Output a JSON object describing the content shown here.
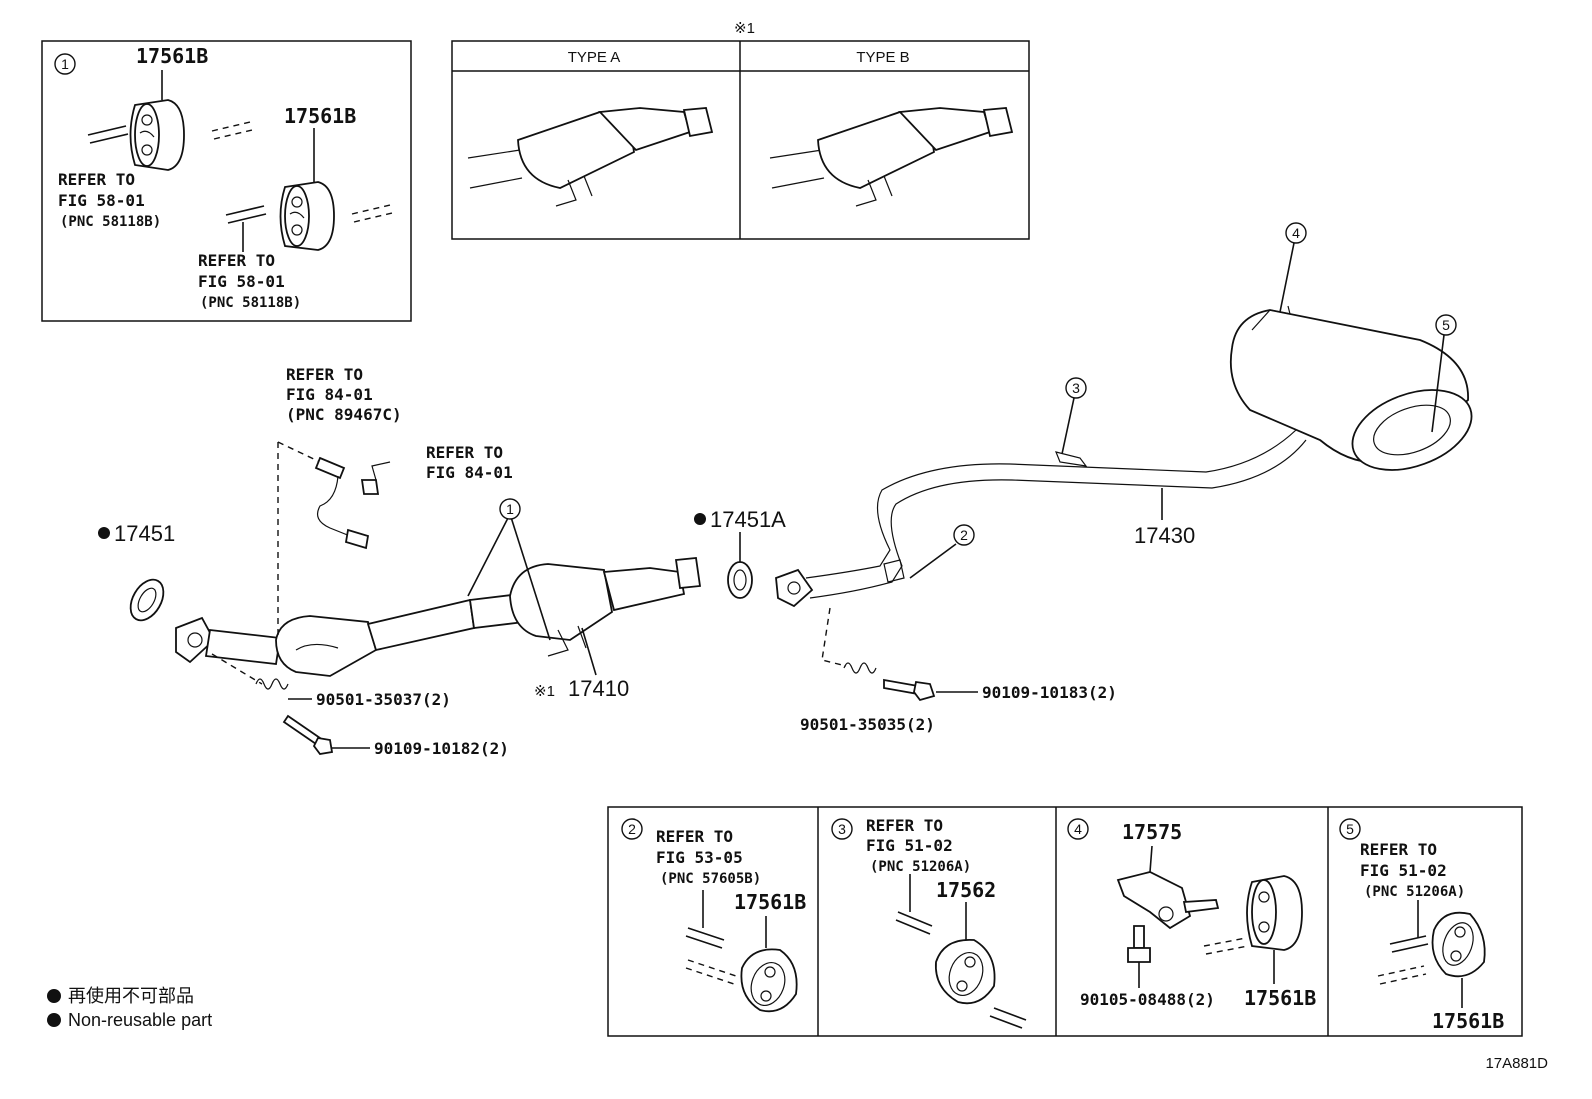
{
  "diagram_id": "17A881D",
  "note_mark": "※1",
  "types": {
    "a": "TYPE A",
    "b": "TYPE B"
  },
  "callouts": {
    "c1": "1",
    "c2": "2",
    "c3": "3",
    "c4": "4",
    "c5": "5"
  },
  "inset1": {
    "part_top": "17561B",
    "part_mid": "17561B",
    "ref1_l1": "REFER TO",
    "ref1_l2": "FIG 58-01",
    "ref1_l3": "(PNC 58118B)",
    "ref2_l1": "REFER TO",
    "ref2_l2": "FIG 58-01",
    "ref2_l3": "(PNC 58118B)"
  },
  "main": {
    "ref_sensor1_l1": "REFER TO",
    "ref_sensor1_l2": "FIG 84-01",
    "ref_sensor1_l3": "(PNC 89467C)",
    "ref_sensor2_l1": "REFER TO",
    "ref_sensor2_l2": "FIG 84-01",
    "p17451": "17451",
    "p17451a": "17451A",
    "p17410": "17410",
    "p17430": "17430",
    "p90501_35037": "90501-35037(2)",
    "p90109_10182": "90109-10182(2)",
    "p90501_35035": "90501-35035(2)",
    "p90109_10183": "90109-10183(2)"
  },
  "inset2": {
    "ref_l1": "REFER TO",
    "ref_l2": "FIG 53-05",
    "ref_l3": "(PNC 57605B)",
    "part": "17561B"
  },
  "inset3": {
    "ref_l1": "REFER TO",
    "ref_l2": "FIG 51-02",
    "ref_l3": "(PNC 51206A)",
    "part": "17562"
  },
  "inset4": {
    "part_top": "17575",
    "bolt": "90105-08488(2)",
    "part": "17561B"
  },
  "inset5": {
    "ref_l1": "REFER TO",
    "ref_l2": "FIG 51-02",
    "ref_l3": "(PNC 51206A)",
    "part": "17561B"
  },
  "legend": {
    "jp": "再使用不可部品",
    "en": "Non-reusable part"
  }
}
